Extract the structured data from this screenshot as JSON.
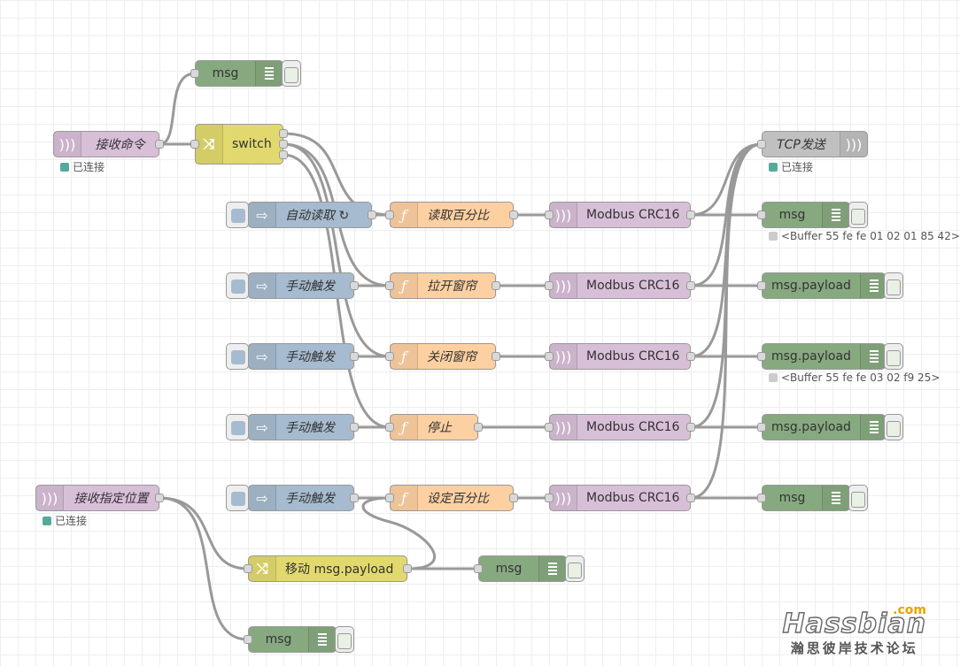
{
  "nodes": {
    "receive_command": {
      "label": "接收命令",
      "status": "已连接"
    },
    "switch": {
      "label": "switch"
    },
    "msg_top": {
      "label": "msg"
    },
    "auto_read": {
      "label": "自动读取 ↻"
    },
    "manual1": {
      "label": "手动触发"
    },
    "manual2": {
      "label": "手动触发"
    },
    "manual3": {
      "label": "手动触发"
    },
    "manual4": {
      "label": "手动触发"
    },
    "func_read": {
      "label": "读取百分比"
    },
    "func_open": {
      "label": "拉开窗帘"
    },
    "func_close": {
      "label": "关闭窗帘"
    },
    "func_stop": {
      "label": "停止"
    },
    "func_set": {
      "label": "设定百分比"
    },
    "crc1": {
      "label": "Modbus CRC16"
    },
    "crc2": {
      "label": "Modbus CRC16"
    },
    "crc3": {
      "label": "Modbus CRC16"
    },
    "crc4": {
      "label": "Modbus CRC16"
    },
    "crc5": {
      "label": "Modbus CRC16"
    },
    "tcp_send": {
      "label": "TCP发送",
      "status": "已连接"
    },
    "debug1": {
      "label": "msg",
      "status": "<Buffer 55 fe fe 01 02 01 85 42>"
    },
    "debug2": {
      "label": "msg.payload"
    },
    "debug3": {
      "label": "msg.payload",
      "status": "<Buffer 55 fe fe 03 02 f9 25>"
    },
    "debug4": {
      "label": "msg.payload"
    },
    "debug5": {
      "label": "msg"
    },
    "receive_position": {
      "label": "接收指定位置",
      "status": "已连接"
    },
    "change_move": {
      "label": "移动 msg.payload"
    },
    "debug_change": {
      "label": "msg"
    },
    "debug_bottom": {
      "label": "msg"
    }
  },
  "watermark": {
    "brand": "Hassbian",
    "com": ".com",
    "cn": "瀚思彼岸技术论坛"
  },
  "colors": {
    "mqtt": "#d8bfd8",
    "switch": "#e2d96e",
    "inject": "#a6bbcf",
    "function": "#fdd0a2",
    "debug": "#87a980",
    "tcp": "#c0c0c0",
    "wire": "#999999"
  }
}
